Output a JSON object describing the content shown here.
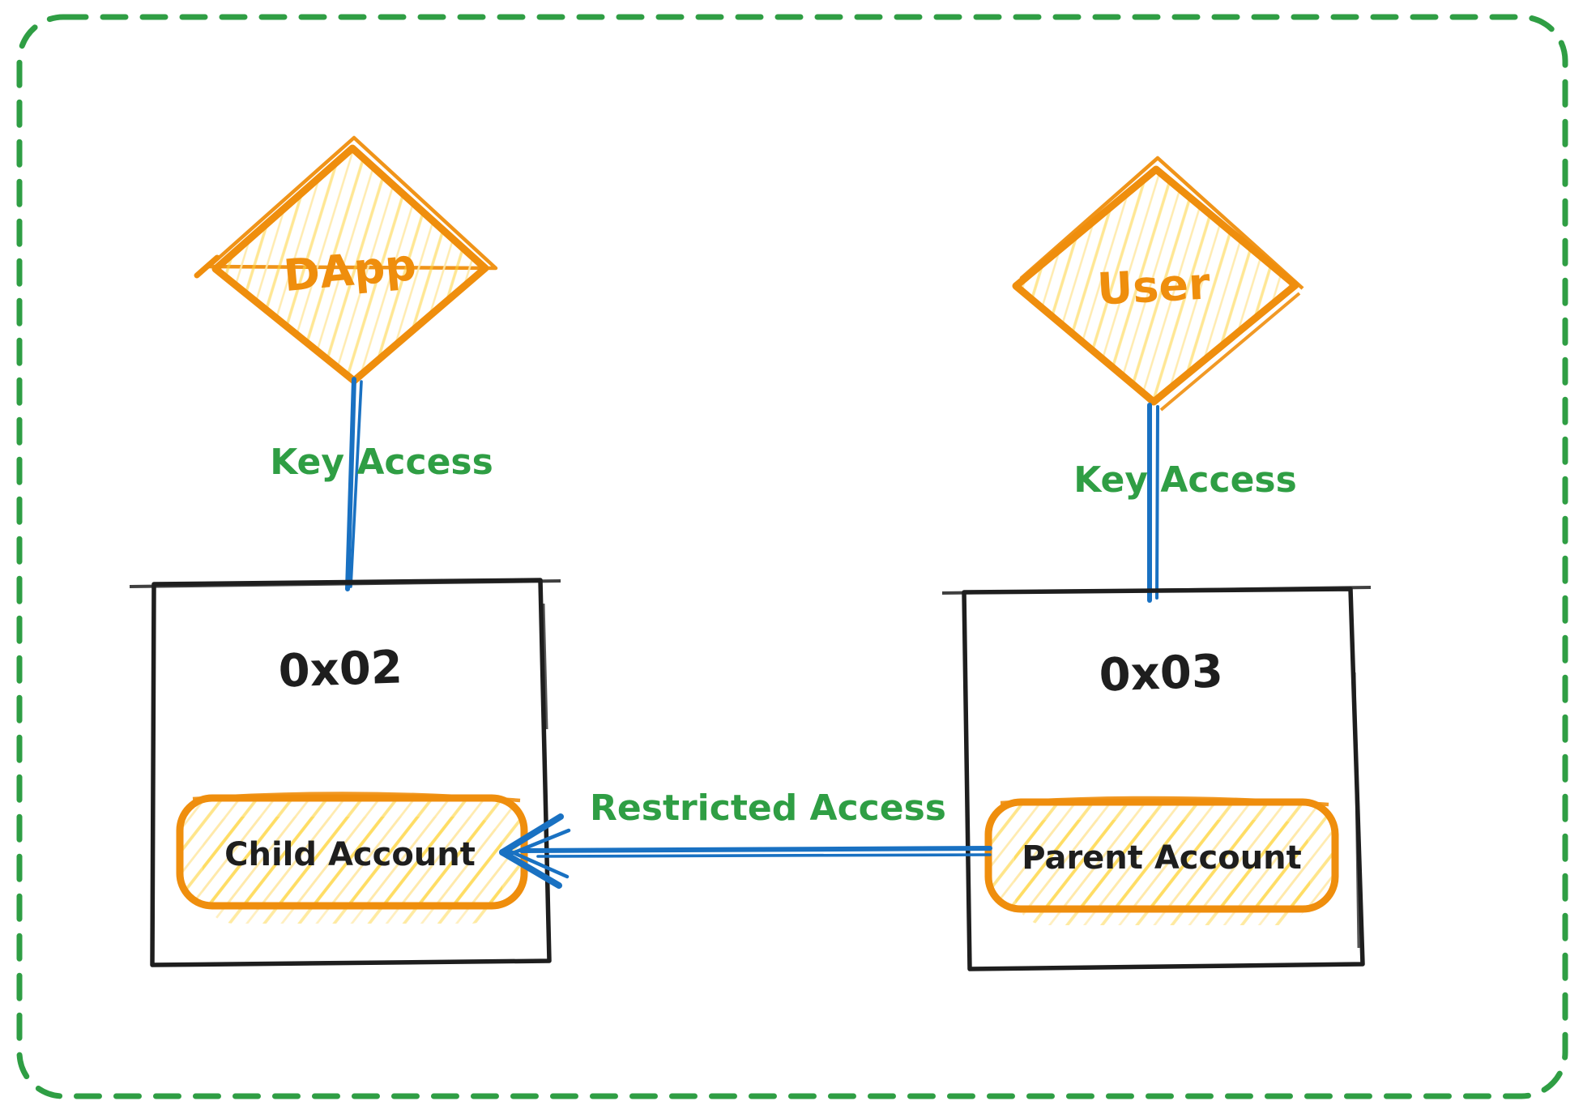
{
  "canvas": {
    "background": "#ffffff",
    "border_style": "dashed-rounded"
  },
  "colors": {
    "green": "#2f9e44",
    "orange": "#ef8e0d",
    "yellow_hachure": "#ffd43b",
    "blue": "#1971c2",
    "ink": "#1e1e1e"
  },
  "nodes": {
    "dapp": {
      "label": "DApp",
      "shape": "diamond"
    },
    "user": {
      "label": "User",
      "shape": "diamond"
    },
    "account_left": {
      "label": "0x02",
      "shape": "rectangle"
    },
    "account_right": {
      "label": "0x03",
      "shape": "rectangle"
    },
    "child_account": {
      "label": "Child Account",
      "shape": "rounded-rectangle"
    },
    "parent_account": {
      "label": "Parent Account",
      "shape": "rounded-rectangle"
    }
  },
  "edges": {
    "dapp_to_account_left": {
      "label": "Key Access",
      "style": "blue-line"
    },
    "user_to_account_right": {
      "label": "Key Access",
      "style": "blue-line"
    },
    "parent_to_child": {
      "label": "Restricted Access",
      "style": "blue-arrow-left"
    }
  }
}
